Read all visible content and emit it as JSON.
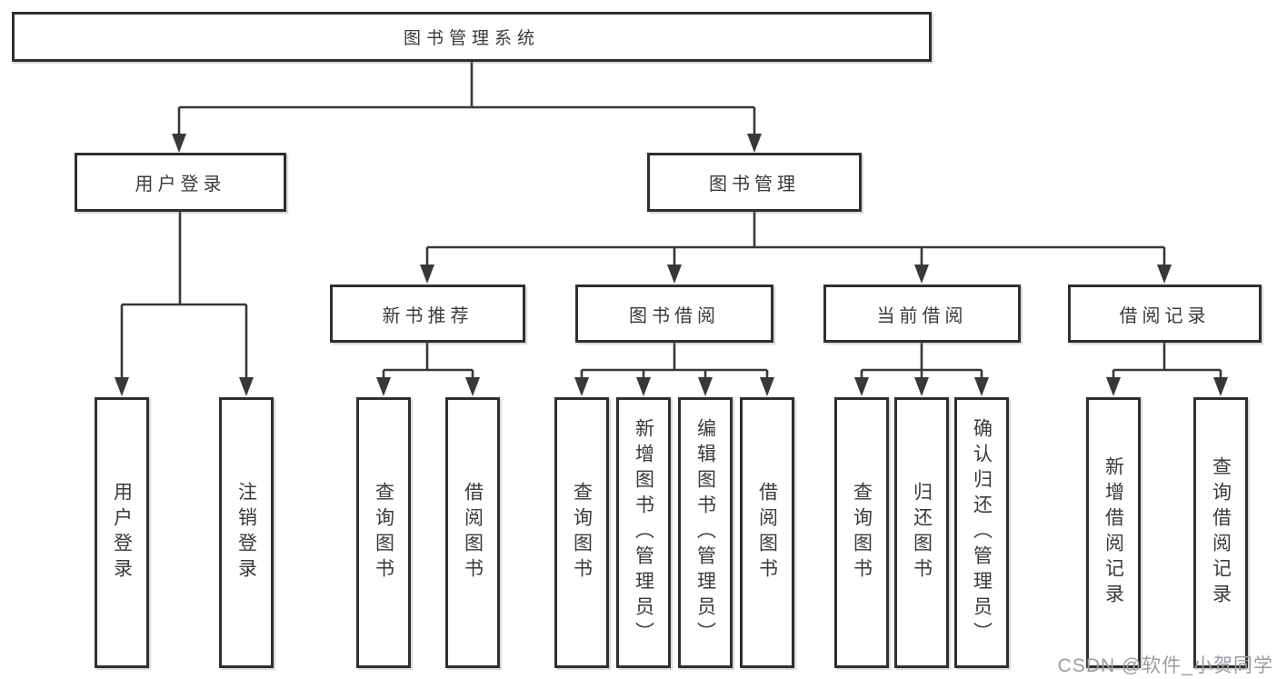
{
  "tree": {
    "root": {
      "label": "图书管理系统"
    },
    "branches": [
      {
        "label": "用户登录",
        "children": [
          {
            "label": "用户登录"
          },
          {
            "label": "注销登录"
          }
        ]
      },
      {
        "label": "图书管理",
        "children": [
          {
            "label": "新书推荐",
            "children": [
              {
                "label": "查询图书"
              },
              {
                "label": "借阅图书"
              }
            ]
          },
          {
            "label": "图书借阅",
            "children": [
              {
                "label": "查询图书"
              },
              {
                "label": "新增图书（管理员）"
              },
              {
                "label": "编辑图书（管理员）"
              },
              {
                "label": "借阅图书"
              }
            ]
          },
          {
            "label": "当前借阅",
            "children": [
              {
                "label": "查询图书"
              },
              {
                "label": "归还图书"
              },
              {
                "label": "确认归还（管理员）"
              }
            ]
          },
          {
            "label": "借阅记录",
            "children": [
              {
                "label": "新增借阅记录"
              },
              {
                "label": "查询借阅记录"
              }
            ]
          }
        ]
      }
    ]
  },
  "watermark": {
    "text": "CSDN @软件_小贺同学"
  },
  "colors": {
    "line": "#383838",
    "box_border": "#2f2f2f",
    "text": "#3a3a3a",
    "watermark": "#9b9ba2",
    "background": "#ffffff"
  }
}
